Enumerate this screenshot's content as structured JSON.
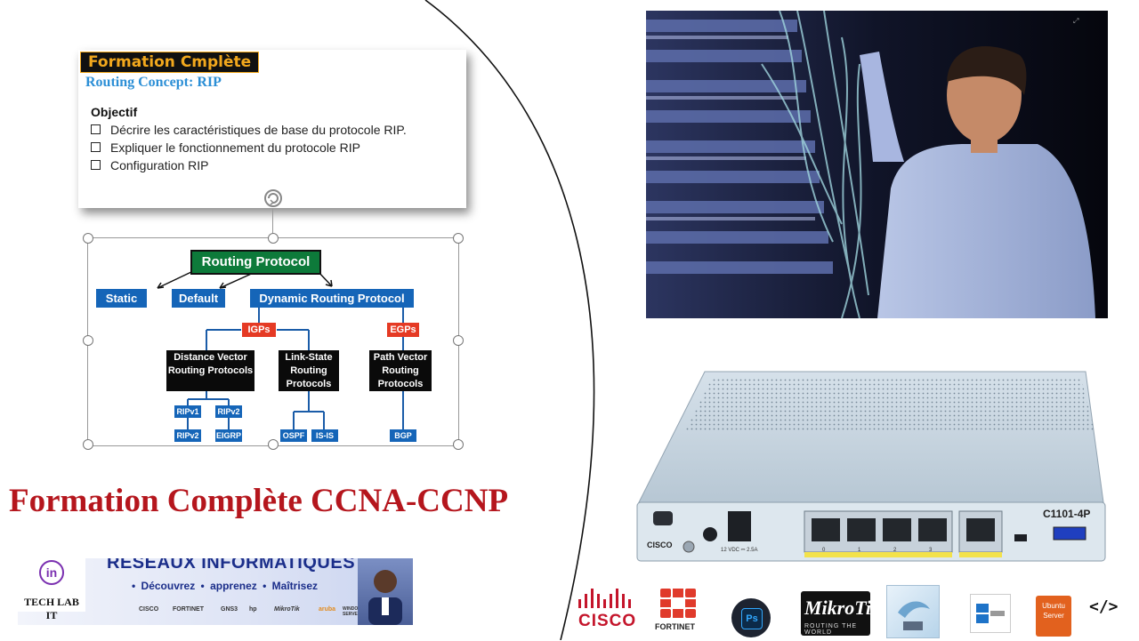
{
  "slide": {
    "banner": "Formation Cmplète",
    "subtitle": "Routing Concept: RIP",
    "objective_heading": "Objectif",
    "objectives": [
      "Décrire les caractéristiques de base du protocole RIP.",
      "Expliquer le fonctionnement du protocole RIP",
      "Configuration RIP"
    ]
  },
  "diagram": {
    "root": "Routing Protocol",
    "level1": [
      "Static",
      "Default",
      "Dynamic Routing Protocol"
    ],
    "groups": [
      "IGPs",
      "EGPs"
    ],
    "families": [
      "Distance Vector Routing Protocols",
      "Link-State Routing Protocols",
      "Path Vector Routing Protocols"
    ],
    "protocols": [
      "RIPv1",
      "RIPv2",
      "RIPv2",
      "EIGRP",
      "OSPF",
      "IS-IS",
      "BGP"
    ]
  },
  "main_title": "Formation Complète CCNA-CCNP",
  "techlab_banner": {
    "logo_letters": "in",
    "logo_name": "TECH LAB IT",
    "heading": "RÉSEAUX INFORMATIQUES",
    "slogan": "• Découvrez • apprenez • Maîtrisez",
    "brands": [
      "CISCO",
      "FORTINET",
      "GNS3",
      "hp",
      "MikroTik",
      "aruba",
      "WINDOWS SERVEUR"
    ]
  },
  "router": {
    "model": "C1101-4P",
    "brand": "CISCO",
    "port_labels": [
      "0",
      "1",
      "2",
      "3"
    ],
    "power_label": "12 VDC ⎓ 2.5A"
  },
  "logos": {
    "cisco": "CISCO",
    "fortinet": "FORTINET",
    "photoshop": "Ps",
    "mikrotik": "MikroTik",
    "mikrotik_tag": "ROUTING THE WORLD",
    "ubuntu": "Ubuntu Server",
    "programmer": "</>"
  },
  "colors": {
    "title_red": "#b5161d",
    "diagram_blue": "#1565b8",
    "diagram_red": "#e53a24",
    "diagram_green": "#0d7a3a",
    "banner_orange": "#f2a81d"
  }
}
